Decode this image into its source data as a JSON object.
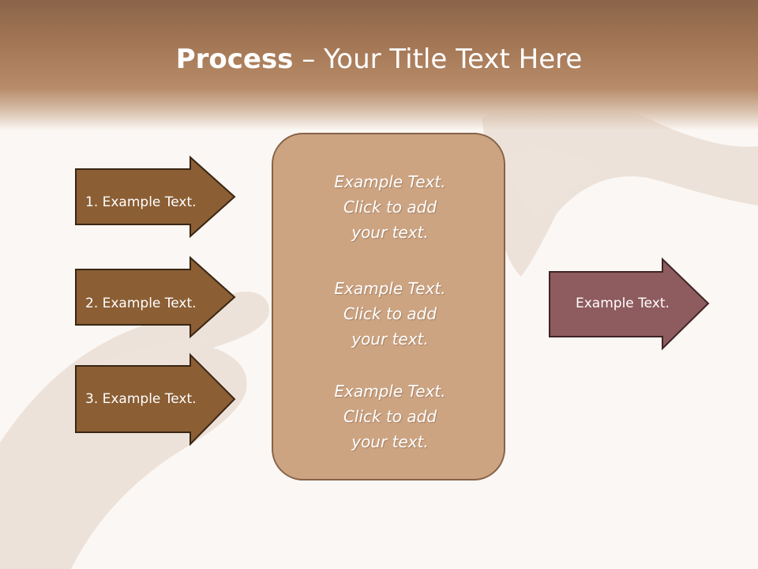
{
  "slide": {
    "title_bold": "Process",
    "title_rest": " – Your Title Text Here"
  },
  "left_arrows": [
    {
      "label": "1. Example Text."
    },
    {
      "label": "2. Example Text."
    },
    {
      "label": "3. Example Text."
    }
  ],
  "center_box": {
    "paragraphs": [
      {
        "line1": "Example Text.",
        "line2": "Click  to add",
        "line3": "your text."
      },
      {
        "line1": "Example Text.",
        "line2": "Click  to add",
        "line3": "your text."
      },
      {
        "line1": "Example Text.",
        "line2": "Click  to add",
        "line3": "your text."
      }
    ]
  },
  "right_arrow": {
    "label": "Example Text."
  },
  "colors": {
    "header_brown": "#a77a58",
    "arrow_brown": "#8b5e34",
    "box_tan": "#cda482",
    "right_arrow_mauve": "#8e5b5e"
  }
}
